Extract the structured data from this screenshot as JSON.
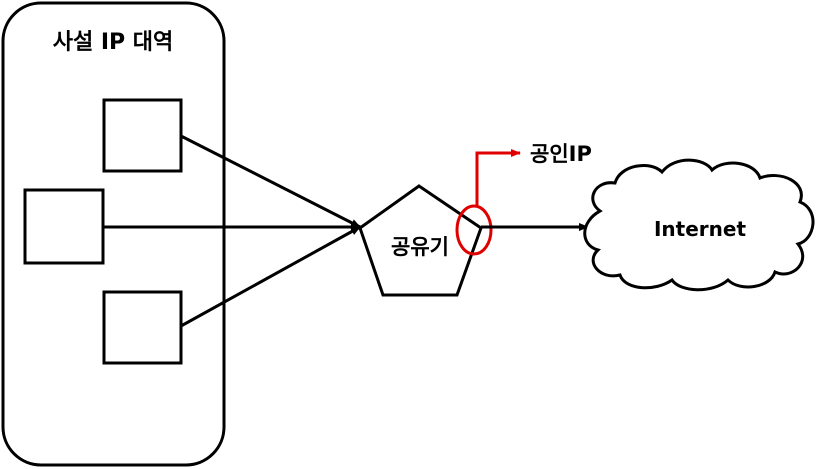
{
  "private_range": {
    "label": "사설 IP 대역"
  },
  "hosts": [
    {
      "id": "host-1"
    },
    {
      "id": "host-2"
    },
    {
      "id": "host-3"
    }
  ],
  "router": {
    "label": "공유기"
  },
  "public_ip": {
    "label": "공인IP",
    "color": "#e00000"
  },
  "cloud": {
    "label": "Internet"
  },
  "colors": {
    "stroke": "#000000",
    "highlight": "#e00000"
  }
}
